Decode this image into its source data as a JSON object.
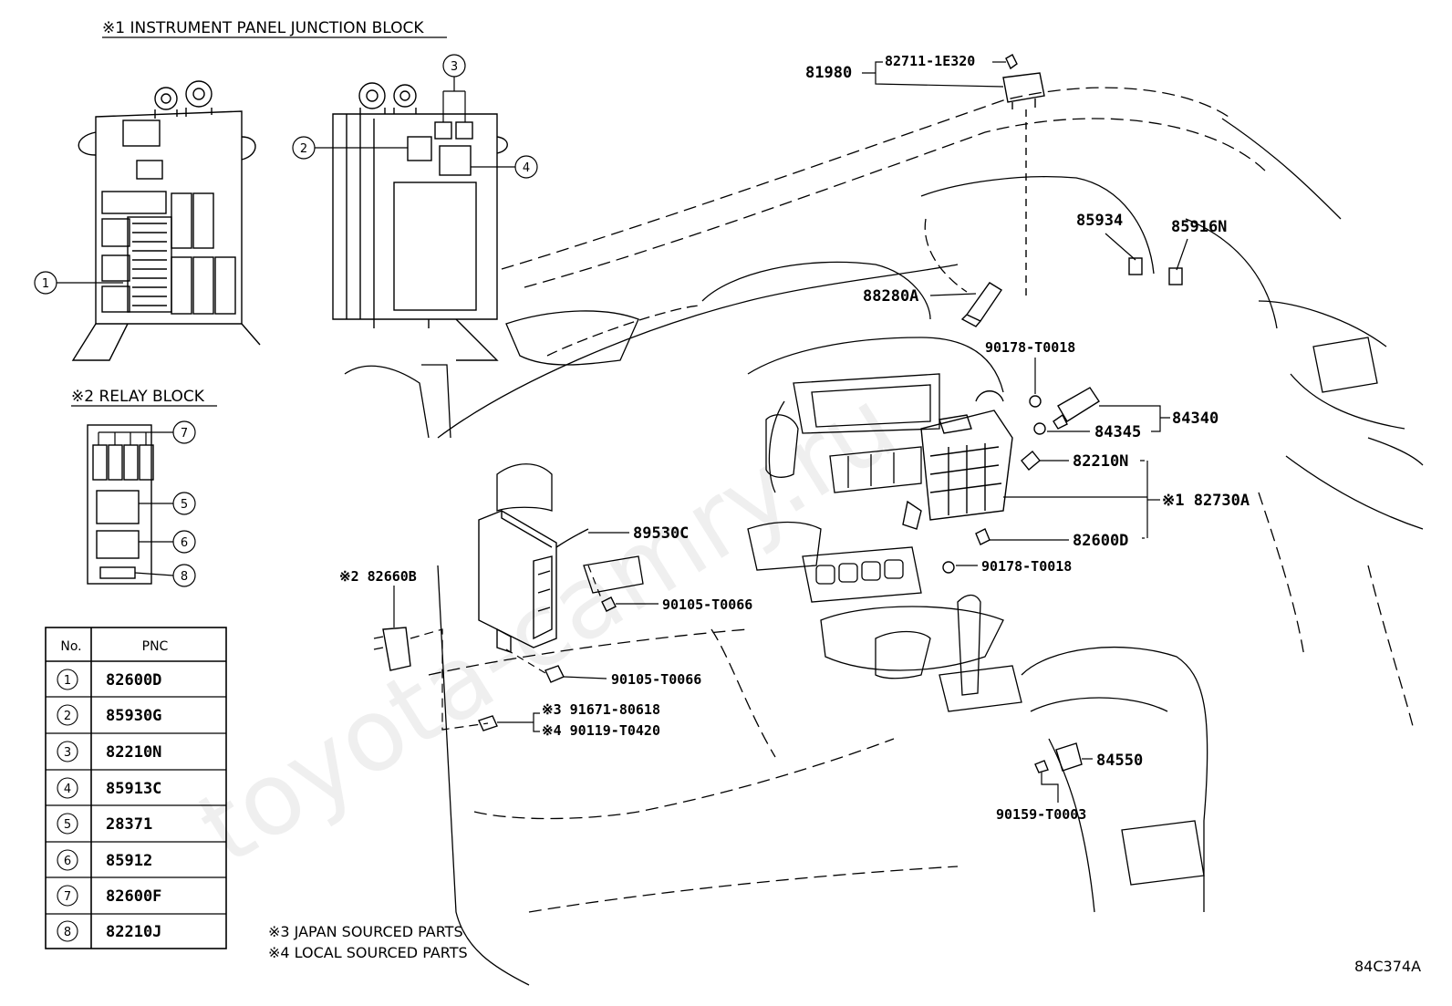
{
  "headers": {
    "junction_block": "※1 INSTRUMENT PANEL JUNCTION BLOCK",
    "relay_block": "※2 RELAY BLOCK"
  },
  "callouts": [
    "1",
    "2",
    "3",
    "4",
    "5",
    "6",
    "7",
    "8"
  ],
  "parts": {
    "p81980": "81980",
    "p82711": "82711-1E320",
    "p85934": "85934",
    "p85916N": "85916N",
    "p88280A": "88280A",
    "p90178a": "90178-T0018",
    "p84345": "84345",
    "p84340": "84340",
    "p82210N": "82210N",
    "p82730A": "※1 82730A",
    "p89530C": "89530C",
    "p82600D": "82600D",
    "p90178b": "90178-T0018",
    "p82660B": "※2 82660B",
    "p90105a": "90105-T0066",
    "p90105b": "90105-T0066",
    "p91671": "※3 91671-80618",
    "p90119": "※4 90119-T0420",
    "p84550": "84550",
    "p90159": "90159-T0003"
  },
  "table": {
    "col_no": "No.",
    "col_pnc": "PNC",
    "rows": [
      {
        "no": "1",
        "pnc": "82600D"
      },
      {
        "no": "2",
        "pnc": "85930G"
      },
      {
        "no": "3",
        "pnc": "82210N"
      },
      {
        "no": "4",
        "pnc": "85913C"
      },
      {
        "no": "5",
        "pnc": "28371"
      },
      {
        "no": "6",
        "pnc": "85912"
      },
      {
        "no": "7",
        "pnc": "82600F"
      },
      {
        "no": "8",
        "pnc": "82210J"
      }
    ]
  },
  "notes": {
    "japan": "※3 JAPAN SOURCED PARTS",
    "local": "※4 LOCAL SOURCED PARTS"
  },
  "figure_code": "84C374A",
  "watermark": "toyota-camry.ru"
}
